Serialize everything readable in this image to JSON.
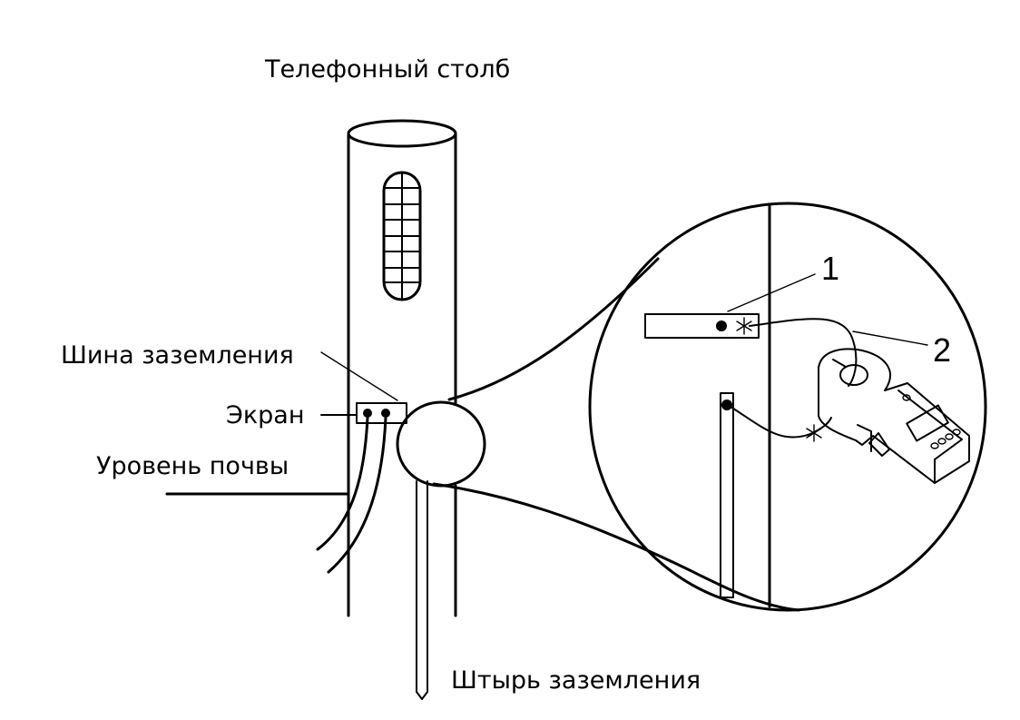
{
  "diagram": {
    "title": "Телефонный столб",
    "labels": {
      "bus": "Шина заземления",
      "screen": "Экран",
      "ground_level": "Уровень почвы",
      "ground_rod": "Штырь заземления"
    },
    "callouts": {
      "one": "1",
      "two": "2"
    },
    "colors": {
      "line": "#000000",
      "background": "#ffffff"
    }
  }
}
